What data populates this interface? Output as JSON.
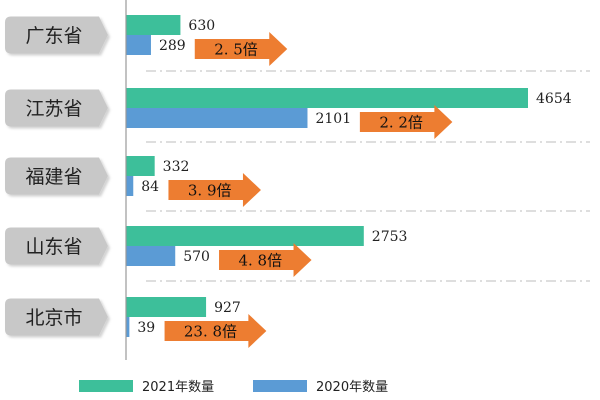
{
  "colors": {
    "series2021": "#3dbf9a",
    "series2020": "#5b9bd5",
    "arrow": "#ed7d31",
    "labelBox": "#c8c8c8",
    "axis": "#9a9a9a",
    "separator": "#bdbdbd"
  },
  "chart_data": {
    "type": "bar",
    "orientation": "horizontal",
    "categories": [
      "广东省",
      "江苏省",
      "福建省",
      "山东省",
      "北京市"
    ],
    "series": [
      {
        "name": "2021年数量",
        "values": [
          630,
          4654,
          332,
          2753,
          927
        ]
      },
      {
        "name": "2020年数量",
        "values": [
          289,
          2101,
          84,
          570,
          39
        ]
      }
    ],
    "ratio_annotations": [
      "2. 5倍",
      "2. 2倍",
      "3. 9倍",
      "4. 8倍",
      "23. 8倍"
    ],
    "xlim": [
      0,
      4654
    ],
    "grid": false,
    "legend": "bottom"
  }
}
